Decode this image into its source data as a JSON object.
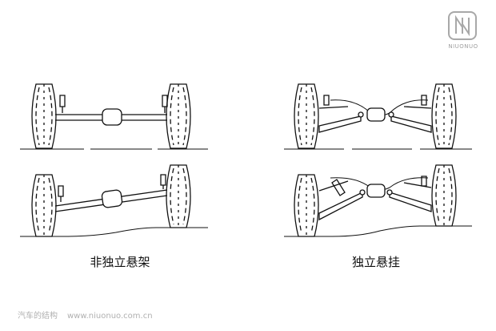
{
  "captions": {
    "dependent": "非独立悬架",
    "independent": "独立悬挂"
  },
  "logo": {
    "text": "NIUONUO"
  },
  "footer": {
    "brand": "汽车的结构",
    "url": "www.niuonuo.com.cn"
  }
}
